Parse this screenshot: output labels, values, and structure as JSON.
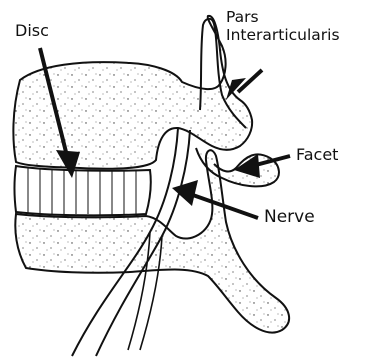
{
  "labels": {
    "disc": "Disc",
    "pars_line1": "Pars",
    "pars_line2": "Interarticularis",
    "facet": "Facet",
    "nerve": "Nerve"
  },
  "colors": {
    "ink": "#111111",
    "background": "#ffffff"
  }
}
